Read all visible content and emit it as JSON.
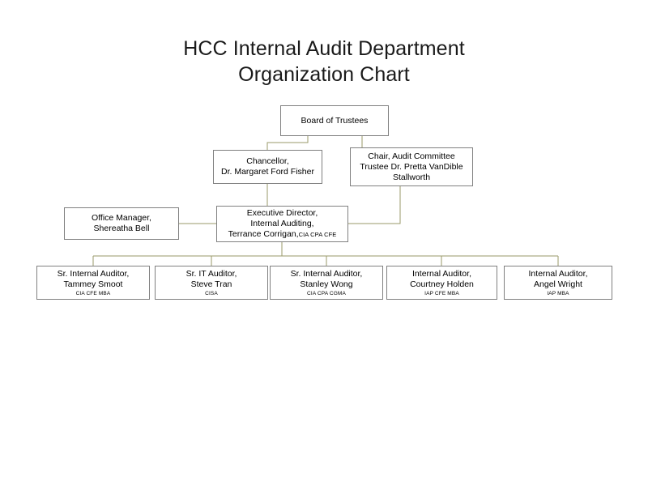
{
  "title": {
    "text": "HCC Internal Audit Department\nOrganization Chart"
  },
  "colors": {
    "box_border": "#808080",
    "connector": "#9a9a6a",
    "background": "#ffffff",
    "text": "#000000"
  },
  "nodes": {
    "board": {
      "line1": "Board of Trustees"
    },
    "chancellor": {
      "line1": "Chancellor,",
      "line2": "Dr. Margaret Ford Fisher"
    },
    "chair": {
      "line1": "Chair, Audit Committee",
      "line2": "Trustee Dr. Pretta VanDible",
      "line3": "Stallworth"
    },
    "office_manager": {
      "line1": "Office Manager,",
      "line2": "Shereatha Bell"
    },
    "executive_director": {
      "line1": "Executive Director,",
      "line2": "Internal Auditing,",
      "line3": "Terrance Corrigan,",
      "credentials": "CIA CPA CFE"
    },
    "auditors": [
      {
        "line1": "Sr. Internal Auditor,",
        "line2": "Tammey Smoot",
        "credentials": "CIA CFE MBA"
      },
      {
        "line1": "Sr. IT Auditor,",
        "line2": "Steve Tran",
        "credentials": "CISA"
      },
      {
        "line1": "Sr. Internal Auditor,",
        "line2": "Stanley Wong",
        "credentials": "CIA CPA CGMA"
      },
      {
        "line1": "Internal Auditor,",
        "line2": "Courtney Holden",
        "credentials": "IAP CFE MBA"
      },
      {
        "line1": "Internal Auditor,",
        "line2": "Angel Wright",
        "credentials": "IAP  MBA"
      }
    ]
  }
}
